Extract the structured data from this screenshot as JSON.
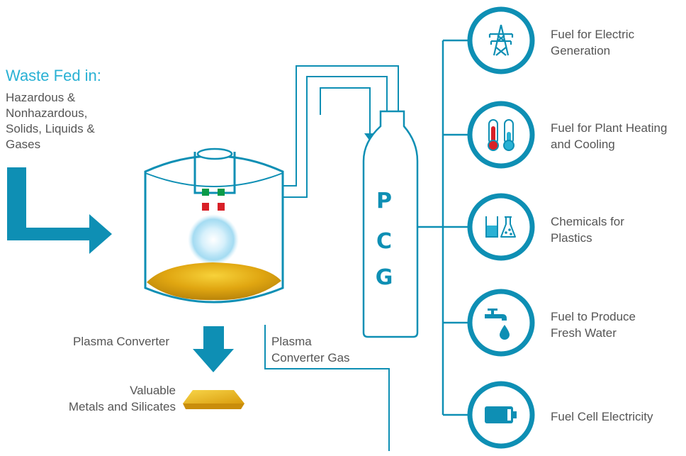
{
  "waste": {
    "title": "Waste Fed in:",
    "lines": [
      "Hazardous &",
      "Nonhazardous,",
      "Solids, Liquids &",
      "Gases"
    ]
  },
  "converter": {
    "label": "Plasma Converter",
    "output_lines": [
      "Valuable",
      "Metals and Silicates"
    ]
  },
  "gas": {
    "label_lines": [
      "Plasma",
      "Converter Gas"
    ]
  },
  "tank": {
    "letters": [
      "P",
      "C",
      "G"
    ]
  },
  "outputs": [
    {
      "icon": "power-tower-icon",
      "lines": [
        "Fuel for Electric",
        "Generation"
      ]
    },
    {
      "icon": "thermometer-icon",
      "lines": [
        "Fuel for Plant Heating",
        "and Cooling"
      ]
    },
    {
      "icon": "lab-beaker-icon",
      "lines": [
        "Chemicals for",
        "Plastics"
      ]
    },
    {
      "icon": "water-faucet-icon",
      "lines": [
        "Fuel to Produce",
        "Fresh Water"
      ]
    },
    {
      "icon": "battery-icon",
      "lines": [
        "Fuel Cell Electricity"
      ]
    }
  ],
  "colors": {
    "primary": "#0e8fb4",
    "accent": "#29b1d4",
    "text": "#555555",
    "gold": "#e7b316",
    "hot": "#d82027",
    "cool": "#0a9a48"
  }
}
